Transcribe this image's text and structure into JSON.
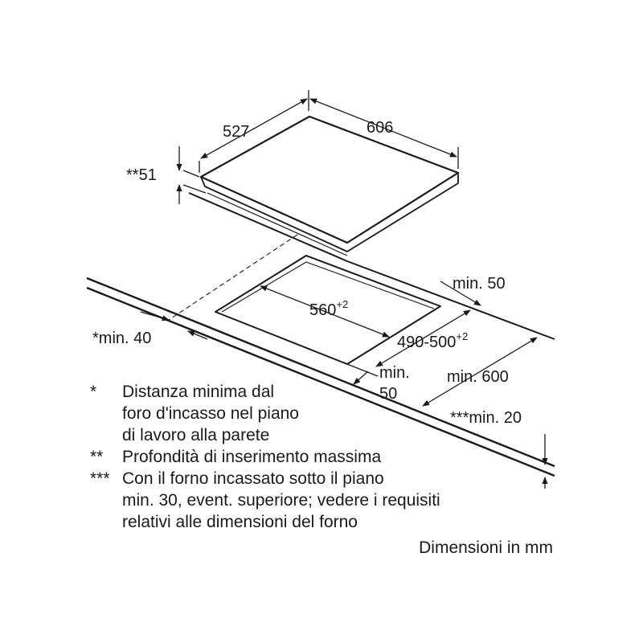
{
  "labels": {
    "depth": "527",
    "width": "606",
    "insertion_depth": "**51",
    "cutout_width": "560",
    "cutout_width_tolerance": "+2",
    "cutout_depth": "490-500",
    "cutout_depth_tolerance": "+2",
    "min_back": "min. 50",
    "min_wall": "*min. 40",
    "min_front_line1": "min.",
    "min_front_line2": "50",
    "min_worktop_depth": "min. 600",
    "min_worktop_thickness": "***min. 20"
  },
  "notes": [
    {
      "marker": "*",
      "lines": [
        "Distanza minima dal",
        "foro d'incasso nel piano",
        "di lavoro alla parete"
      ]
    },
    {
      "marker": "**",
      "lines": [
        "Profondità di inserimento massima"
      ]
    },
    {
      "marker": "***",
      "lines": [
        "Con il forno incassato sotto il piano",
        "min. 30, event. superiore; vedere i requisiti",
        "relativi alle dimensioni del forno"
      ]
    }
  ],
  "units_note": "Dimensioni in mm"
}
